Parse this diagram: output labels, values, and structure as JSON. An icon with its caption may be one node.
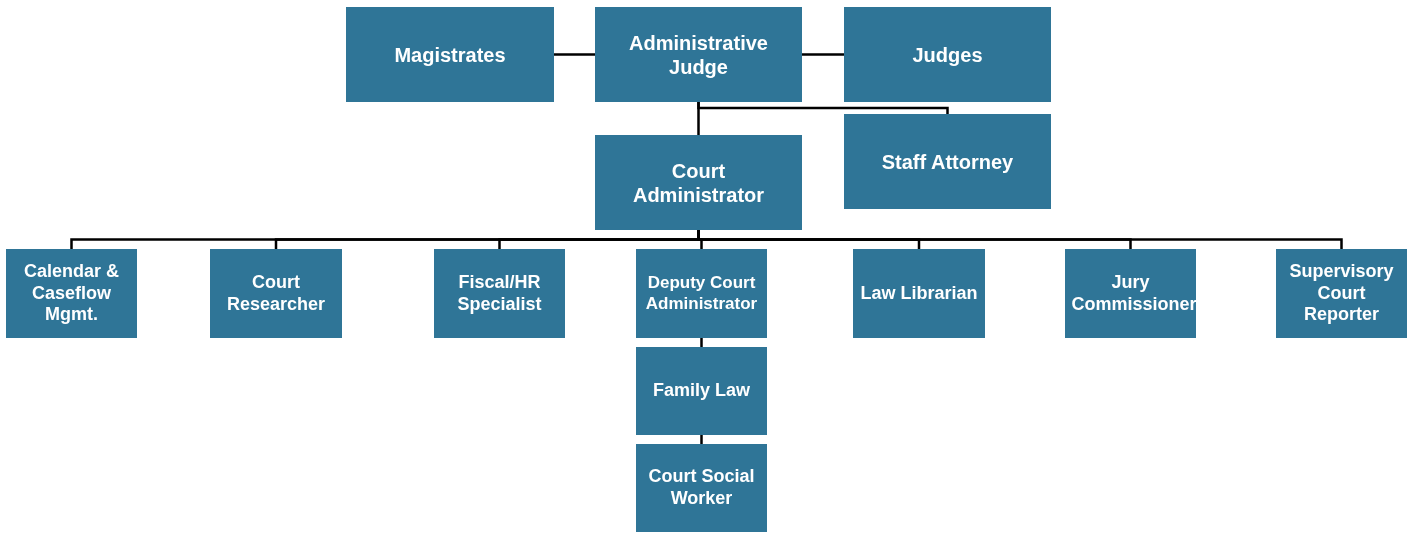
{
  "diagram": {
    "nodes": [
      {
        "text": [
          "Magistrates"
        ]
      },
      {
        "text": [
          "Administrative Judge"
        ]
      },
      {
        "text": [
          "Judges"
        ]
      },
      {
        "text": [
          "Staff Attorney"
        ]
      },
      {
        "text": [
          "Court Administrator"
        ]
      },
      {
        "text": [
          "Calendar & Caseflow Mgmt."
        ]
      },
      {
        "text": [
          "Court Researcher"
        ]
      },
      {
        "text": [
          "Fiscal/HR Specialist"
        ]
      },
      {
        "text": [
          "Deputy Court Administrator"
        ]
      },
      {
        "text": [
          "Law Librarian"
        ]
      },
      {
        "text": [
          "Jury Commissioner"
        ]
      },
      {
        "text": [
          "Supervisory Court Reporter"
        ]
      },
      {
        "text": [
          "Family Law"
        ]
      },
      {
        "text": [
          "Court Social Worker"
        ]
      }
    ],
    "edges": [
      {
        "from": 1,
        "to": 0,
        "arrow": "none"
      },
      {
        "from": 1,
        "to": 2,
        "arrow": "none"
      },
      {
        "from": 1,
        "to": 3,
        "arrow": "none"
      },
      {
        "from": 1,
        "to": 4,
        "arrow": "none"
      },
      {
        "from": 4,
        "to": 5,
        "arrow": "none"
      },
      {
        "from": 4,
        "to": 6,
        "arrow": "none"
      },
      {
        "from": 4,
        "to": 7,
        "arrow": "none"
      },
      {
        "from": 4,
        "to": 8,
        "arrow": "none"
      },
      {
        "from": 4,
        "to": 9,
        "arrow": "none"
      },
      {
        "from": 4,
        "to": 10,
        "arrow": "none"
      },
      {
        "from": 4,
        "to": 11,
        "arrow": "none"
      },
      {
        "from": 8,
        "to": 12,
        "arrow": "none"
      },
      {
        "from": 12,
        "to": 13,
        "arrow": "none"
      }
    ]
  }
}
